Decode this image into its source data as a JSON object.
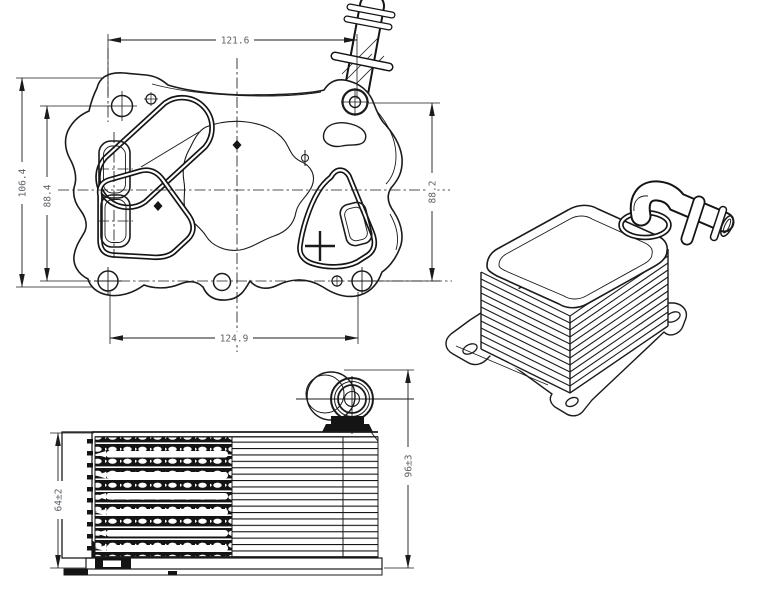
{
  "drawing": {
    "type": "technical-drawing-3-views",
    "views": {
      "plan": {
        "dimensions": {
          "top_width": "121.6",
          "bottom_width": "124.9",
          "left_outer_height": "106.4",
          "left_inner_height": "88.4",
          "right_height": "88.2"
        }
      },
      "side": {
        "dimensions": {
          "core_height": "64±2",
          "overall_height": "96±3"
        }
      },
      "isometric": {}
    },
    "colors": {
      "line": "#1b1b1b",
      "dim_text": "#5f6266",
      "background": "#ffffff"
    }
  }
}
